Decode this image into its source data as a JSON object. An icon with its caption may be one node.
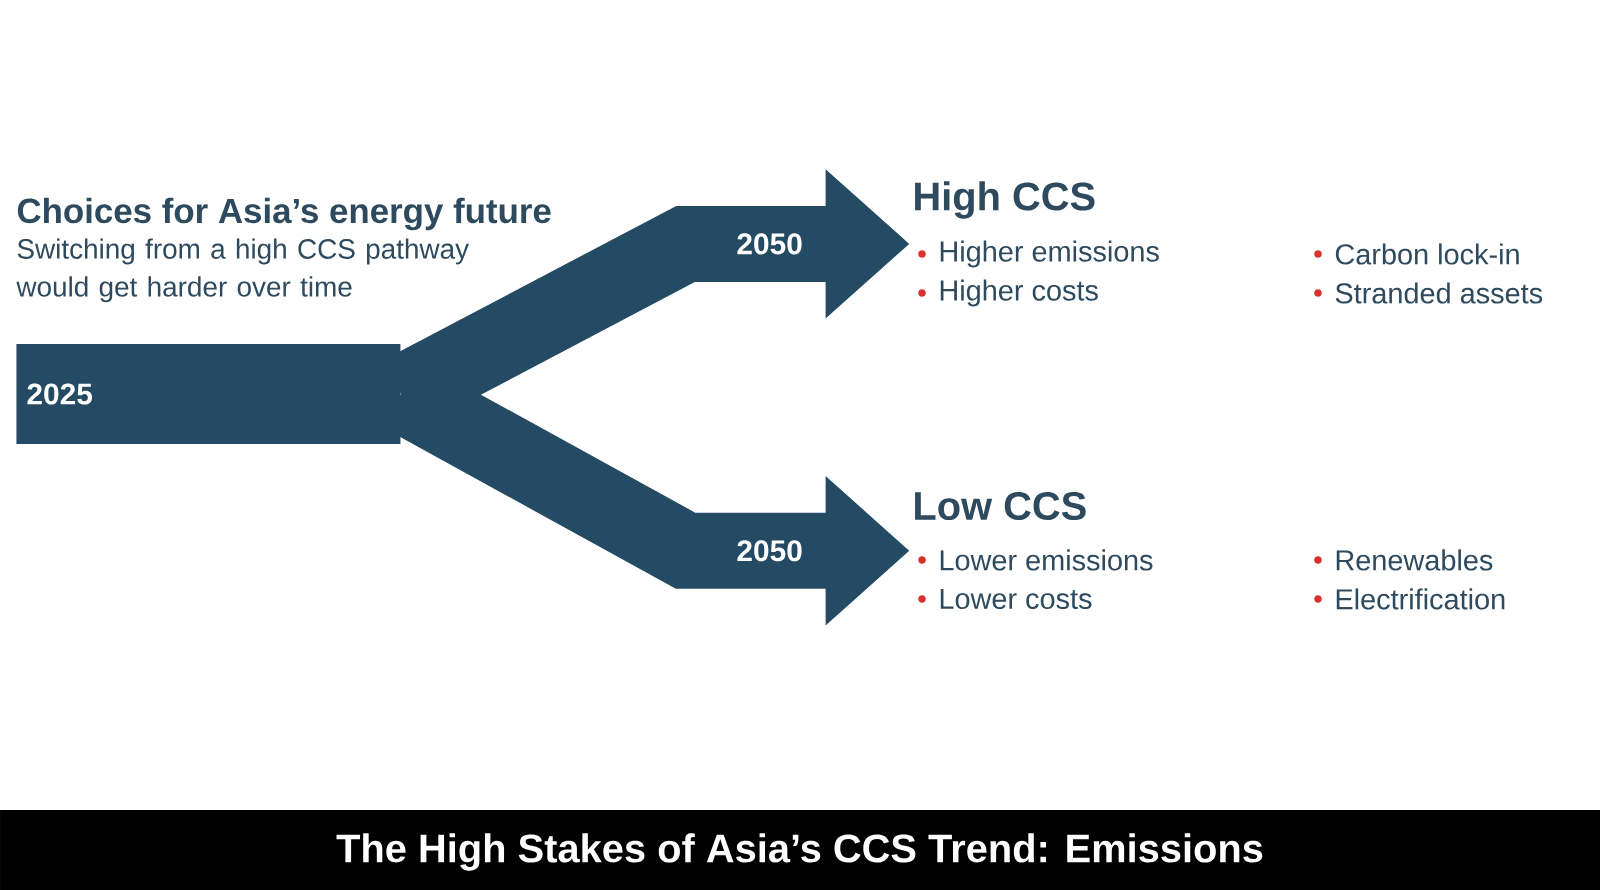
{
  "diagram": {
    "title": "Choices for Asia’s energy future",
    "caption": "The High Stakes of Asia’s CCS Trend: Emissions",
    "nodes": [
      {
        "text": [
          "2025"
        ]
      },
      {
        "text": [
          "High CCS",
          "Higher emissions",
          "Higher costs",
          "Carbon lock-in",
          "Stranded assets"
        ]
      },
      {
        "text": [
          "Low CCS",
          "Lower emissions",
          "Lower costs",
          "Renewables",
          "Electrification"
        ]
      }
    ],
    "edges": [
      {
        "from": 0,
        "to": 1,
        "arrow": "to",
        "label": "2050"
      },
      {
        "from": 0,
        "to": 2,
        "arrow": "to",
        "label": "2050"
      }
    ],
    "labels": [
      "Switching from a high CCS pathway would get harder over time"
    ]
  }
}
